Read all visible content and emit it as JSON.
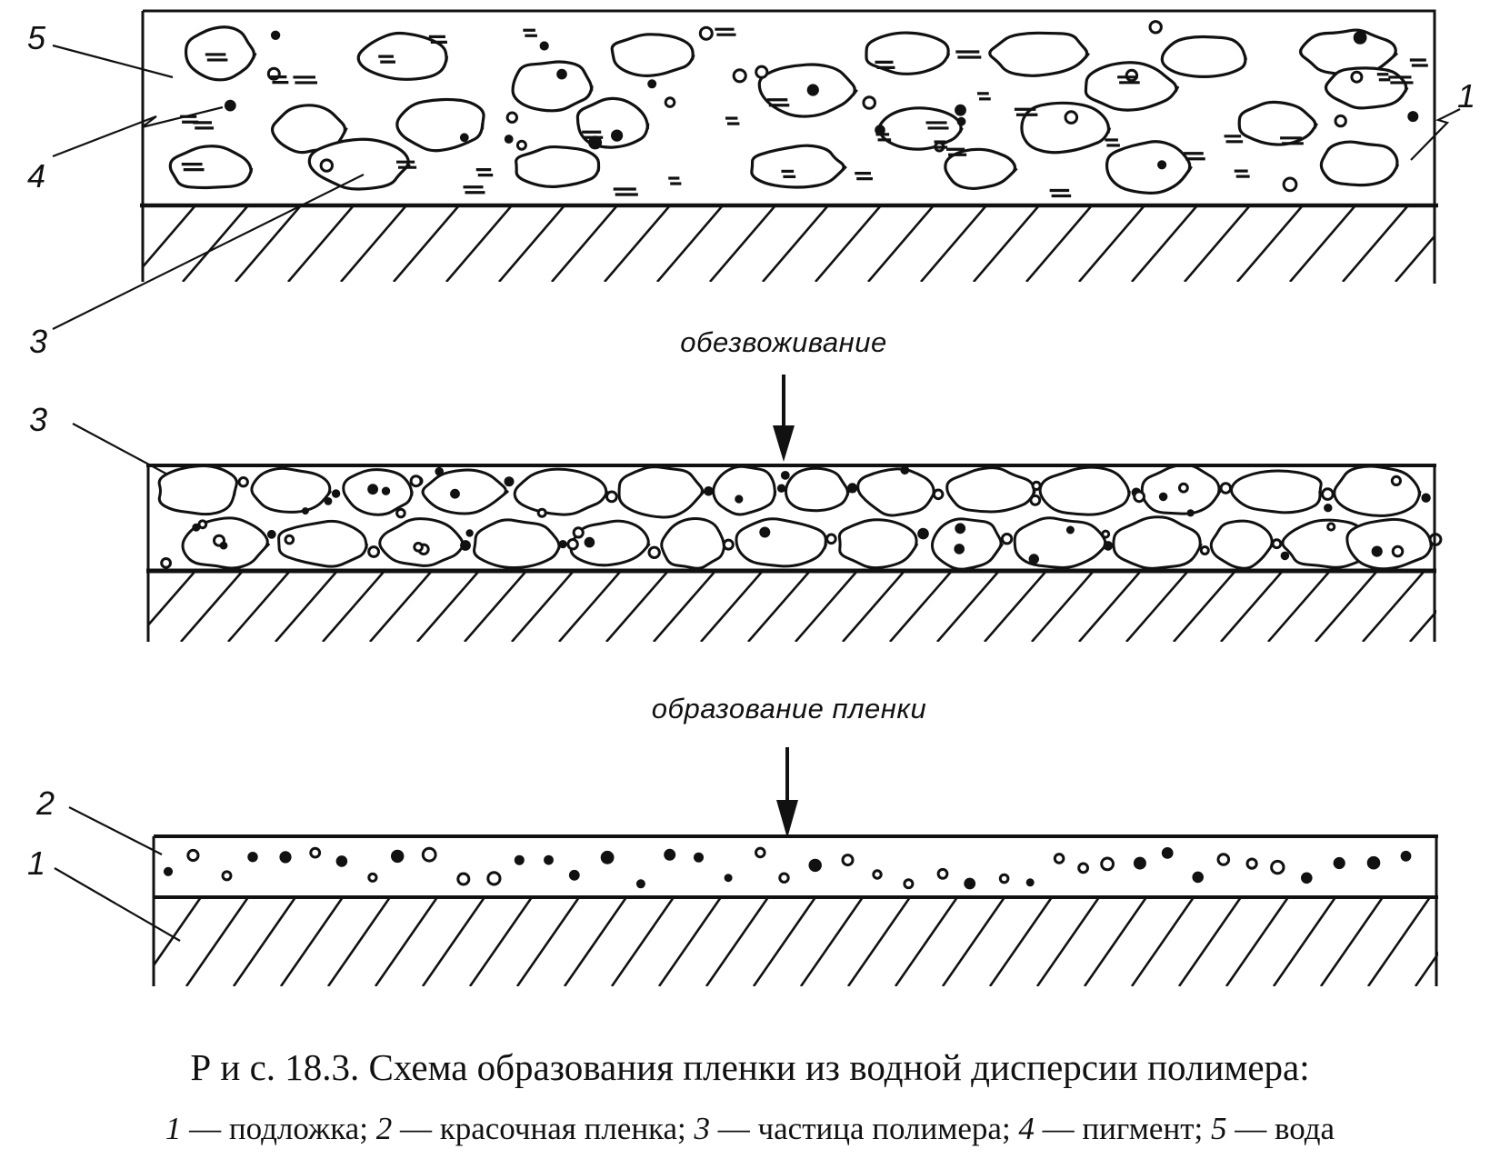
{
  "labels": {
    "n1": "1",
    "n2": "2",
    "n3": "3",
    "n4": "4",
    "n5": "5"
  },
  "stages": {
    "dewatering": "обезвоживание",
    "film_formation": "образование пленки"
  },
  "caption": {
    "title": "Р и с. 18.3. Схема образования пленки из водной дисперсии полимера:",
    "legend": [
      {
        "num": "1",
        "text": " — подложка; "
      },
      {
        "num": "2",
        "text": " — красочная пленка; "
      },
      {
        "num": "3",
        "text": " — частица полимера; "
      },
      {
        "num": "4",
        "text": " — пигмент; "
      },
      {
        "num": "5",
        "text": " — вода"
      }
    ]
  },
  "colors": {
    "ink": "#111111",
    "paper": "#ffffff"
  }
}
